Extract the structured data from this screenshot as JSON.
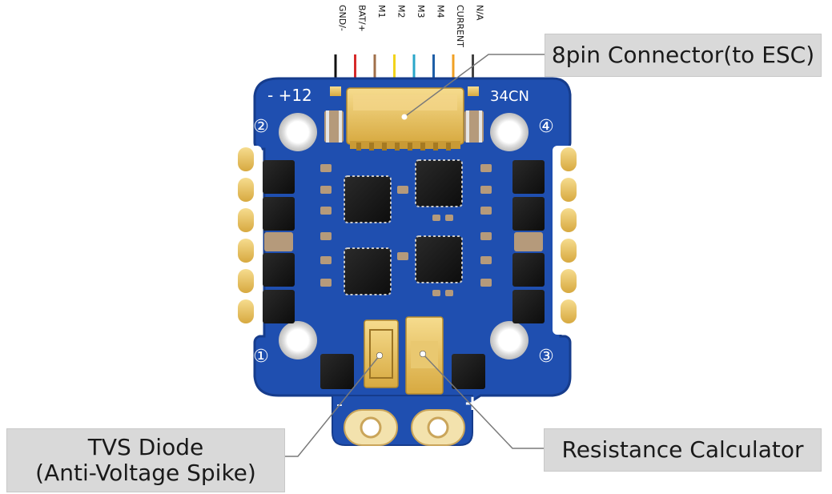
{
  "pins": [
    "GND/-",
    "BAT/+",
    "M1",
    "M2",
    "M3",
    "M4",
    "CURRENT",
    "N/A"
  ],
  "pin_colors": [
    "#111111",
    "#d62a2a",
    "#a0704a",
    "#f2d31b",
    "#2aa6c9",
    "#1f5fa8",
    "#f0a024",
    "#444444"
  ],
  "board_labels": {
    "polarity": "- +12",
    "model": "34CN",
    "hole1": "①",
    "hole2": "②",
    "hole3": "③",
    "hole4": "④",
    "neg_sign": "-",
    "pos_sign": "+"
  },
  "callouts": {
    "connector": "8pin Connector(to ESC)",
    "tvs_line1": "TVS Diode",
    "tvs_line2": "(Anti-Voltage Spike)",
    "resistance": "Resistance Calculator"
  },
  "colors": {
    "board": "#1f4fb0",
    "board_edge": "#163c8c",
    "gold": "#e9c46a",
    "callout_bg": "#d9d9d9"
  }
}
